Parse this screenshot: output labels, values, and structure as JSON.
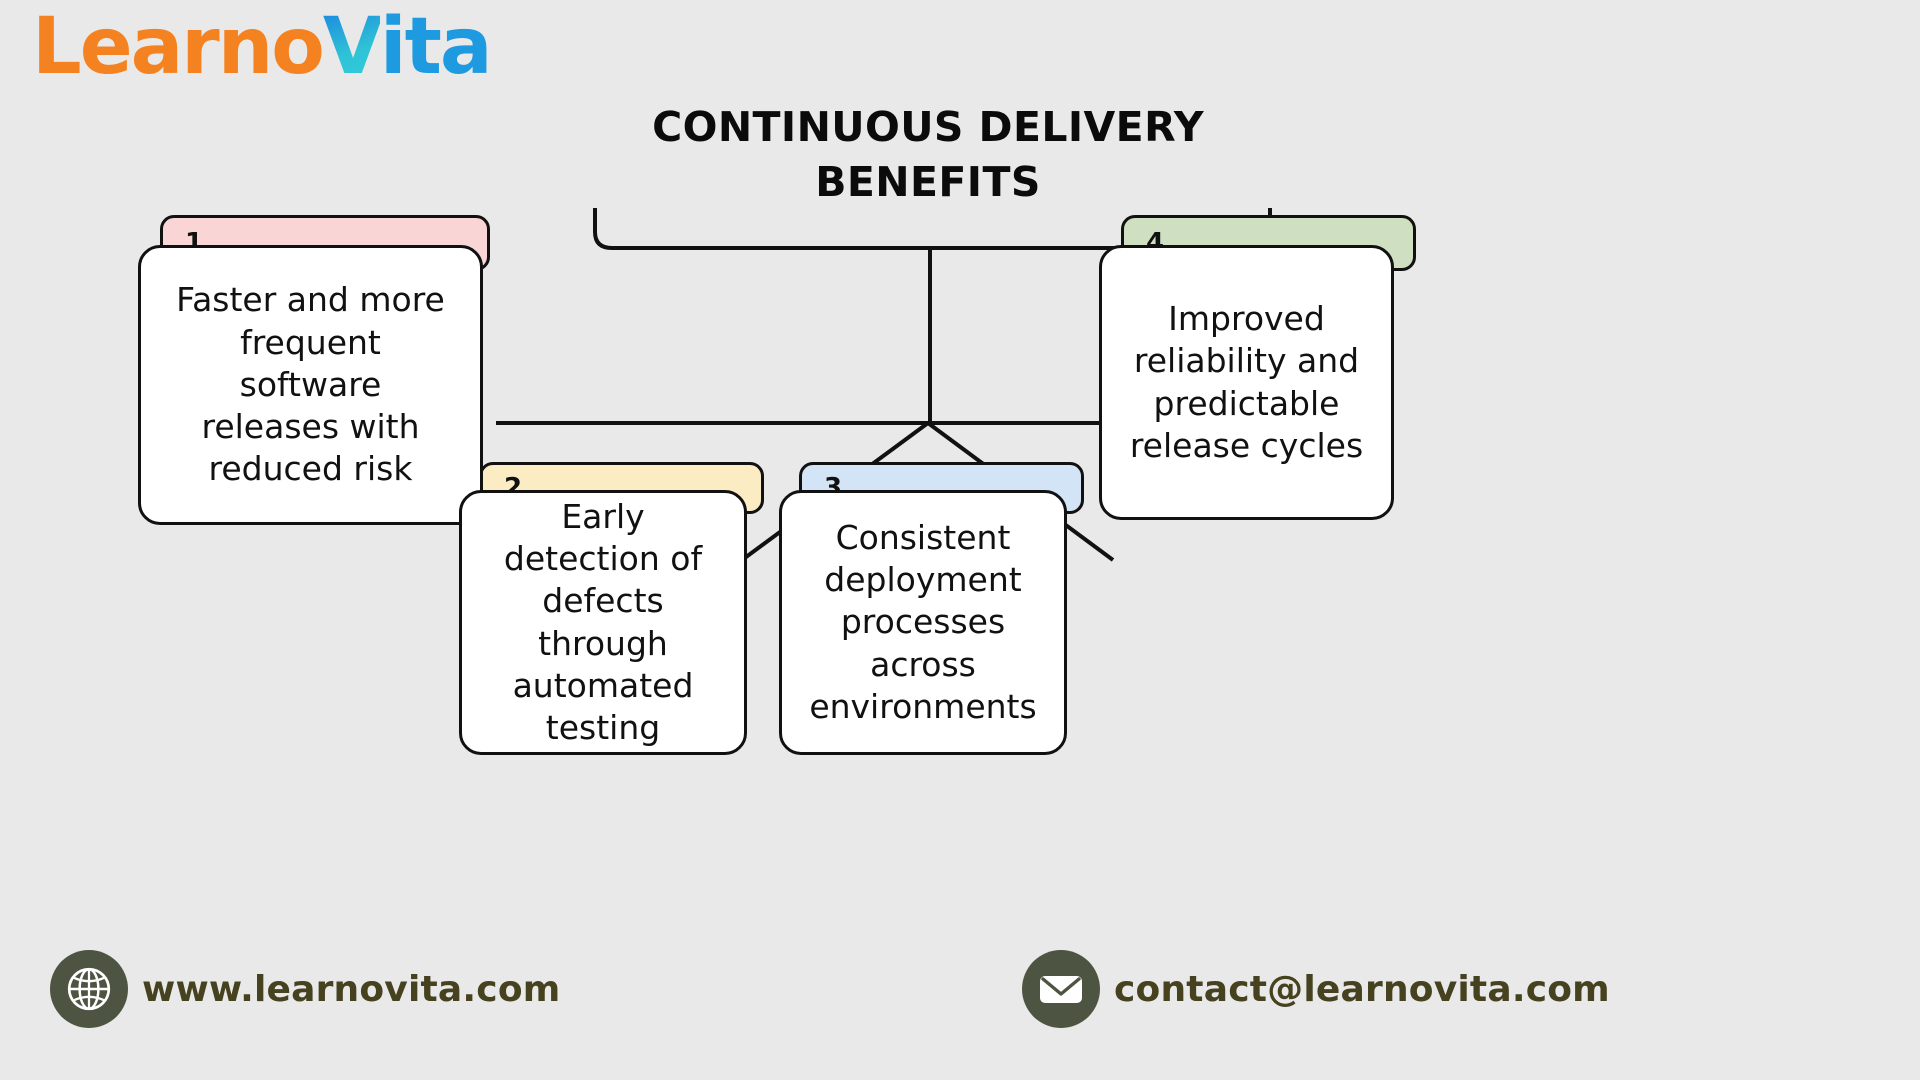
{
  "brand": {
    "logo_learno": "Learno",
    "logo_v": "V",
    "logo_ita": "ita",
    "logo_full": "LearnoVita",
    "color_orange": "#f58220",
    "color_blue": "#1e9ae0",
    "color_teal": "#34d0dd"
  },
  "title": {
    "line1": "CONTINUOUS DELIVERY",
    "line2": "BENEFITS",
    "full": "CONTINUOUS DELIVERY BENEFITS"
  },
  "cards": [
    {
      "number": "1",
      "text": "Faster and more frequent software releases with reduced risk",
      "accent": "#fad5d5"
    },
    {
      "number": "2",
      "text": "Early detection of defects through automated testing",
      "accent": "#fcecc4"
    },
    {
      "number": "3",
      "text": "Consistent deployment processes across environments",
      "accent": "#d4e4f7"
    },
    {
      "number": "4",
      "text": "Improved reliability and predictable release cycles",
      "accent": "#cfdfc2"
    }
  ],
  "footer": {
    "website": "www.learnovita.com",
    "email": "contact@learnovita.com",
    "icon_color": "#4d5441",
    "text_color": "#46411f"
  },
  "canvas": {
    "background": "#e9e9e9",
    "line_color": "#111111"
  }
}
